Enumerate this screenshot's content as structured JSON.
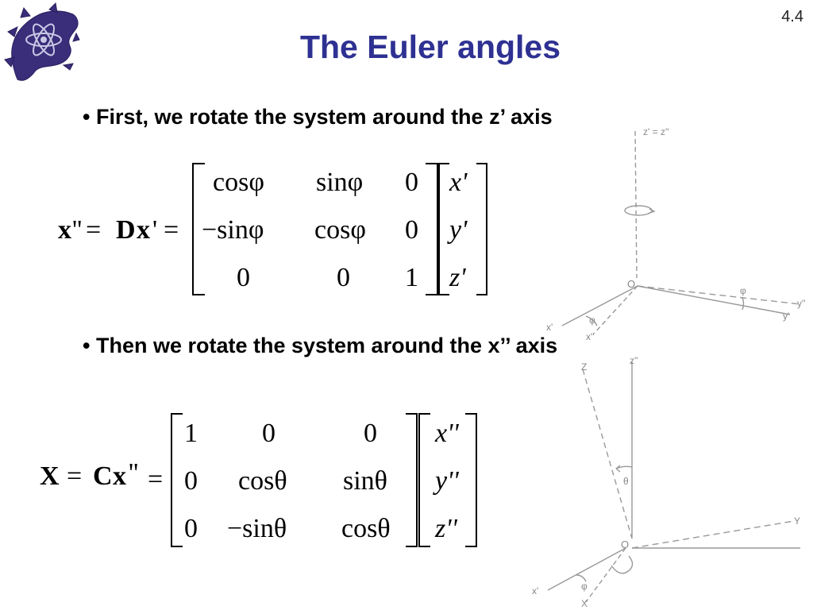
{
  "slide": {
    "number": "4.4",
    "title": "The Euler angles"
  },
  "bullets": [
    "• First, we rotate the system around the z’ axis",
    "• Then we rotate the system around the x’’ axis"
  ],
  "equation1": {
    "lhs_vec": "x",
    "lhs_primes": "''",
    "eq1": "=",
    "matrix_name": "D",
    "rhs_vec": "x",
    "rhs_primes": "'",
    "eq2": "=",
    "matrix": [
      [
        "cosφ",
        "sinφ",
        "0"
      ],
      [
        "−sinφ",
        "cosφ",
        "0"
      ],
      [
        "0",
        "0",
        "1"
      ]
    ],
    "vector": [
      "x'",
      "y'",
      "z'"
    ]
  },
  "equation2": {
    "lhs_vec": "X",
    "eq1": "=",
    "matrix_name": "C",
    "rhs_vec": "x",
    "rhs_primes": "''",
    "eq2": "=",
    "matrix": [
      [
        "1",
        "0",
        "0"
      ],
      [
        "0",
        "cosθ",
        "sinθ"
      ],
      [
        "0",
        "−sinθ",
        "cosθ"
      ]
    ],
    "vector": [
      "x''",
      "y''",
      "z''"
    ]
  },
  "diagram": {
    "top_axis_label": "z' = z''",
    "origin_label": "O",
    "phi_label": "φ",
    "y2_label": "y''",
    "y1_label": "y'",
    "x1_label": "x'",
    "x2_label": "x''",
    "Z_label": "Z",
    "z2_label": "z''",
    "theta_label": "θ",
    "Y_label": "Y",
    "X_label": "X",
    "x1b_label": "x'"
  }
}
